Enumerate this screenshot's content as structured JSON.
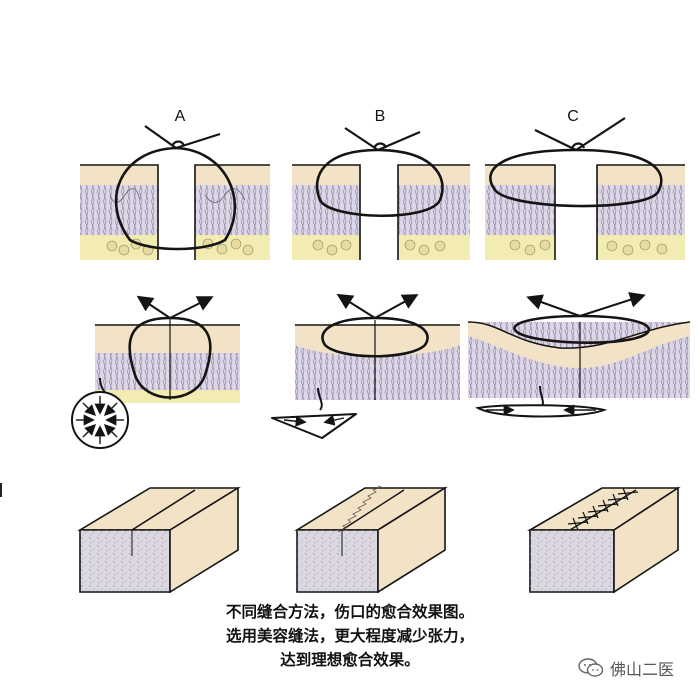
{
  "panels": [
    {
      "label": "A"
    },
    {
      "label": "B"
    },
    {
      "label": "C"
    }
  ],
  "caption": {
    "line1": "不同缝合方法，伤口的愈合效果图。",
    "line2": "选用美容缝法，更大程度减少张力，",
    "line3": "达到理想愈合效果。"
  },
  "watermark": {
    "text": "佛山二医",
    "icon": "wechat-icon"
  },
  "colors": {
    "skin": "#f2e2c6",
    "dermis": "#ddd6e6",
    "fat": "#f3ecb2",
    "fat_blob": "#e7dca0",
    "line": "#141414",
    "side_face": "#dcd8e2"
  }
}
